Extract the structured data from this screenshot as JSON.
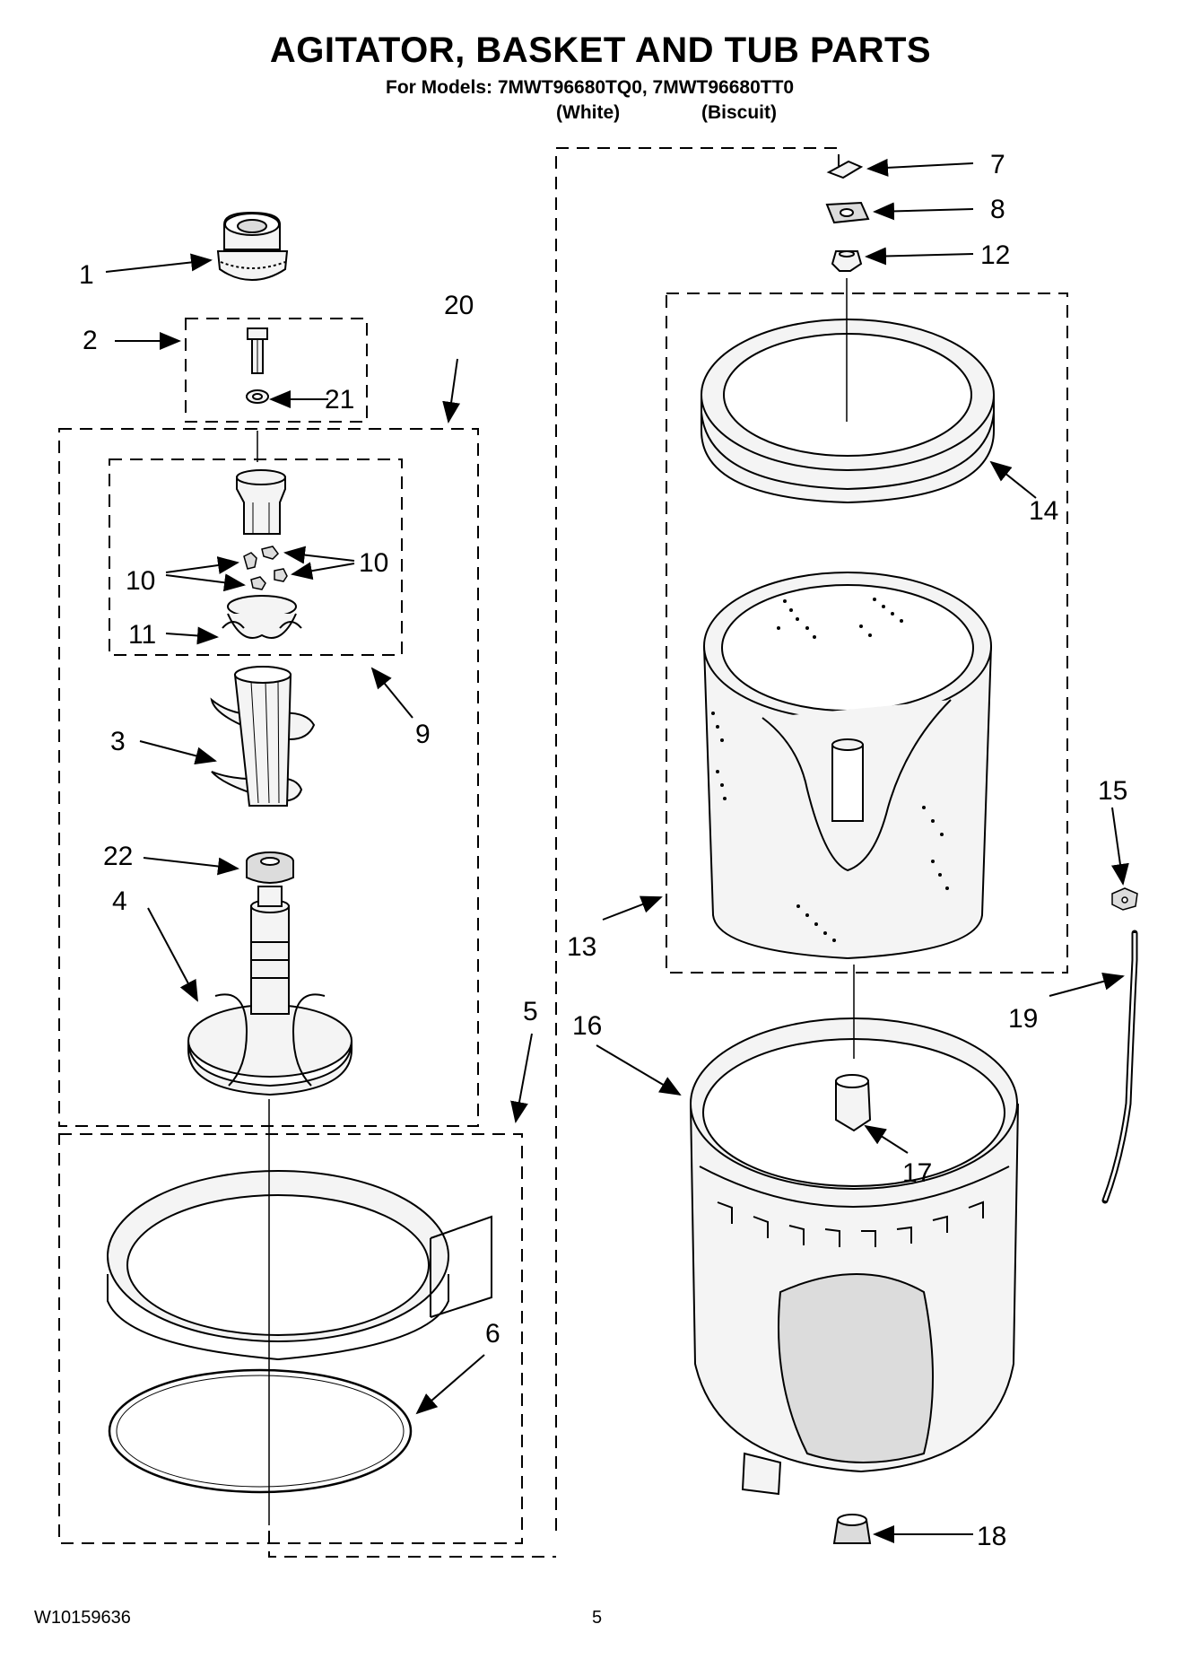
{
  "header": {
    "title": "AGITATOR, BASKET AND TUB PARTS",
    "models_line": "For Models: 7MWT96680TQ0, 7MWT96680TT0",
    "variant_white": "(White)",
    "variant_biscuit": "(Biscuit)"
  },
  "footer": {
    "doc_number": "W10159636",
    "page_number": "5"
  },
  "callouts": {
    "c1": "1",
    "c2": "2",
    "c3": "3",
    "c4": "4",
    "c5": "5",
    "c6": "6",
    "c7": "7",
    "c8": "8",
    "c9": "9",
    "c10a": "10",
    "c10b": "10",
    "c11": "11",
    "c12": "12",
    "c13": "13",
    "c14": "14",
    "c15": "15",
    "c16": "16",
    "c17": "17",
    "c18": "18",
    "c19": "19",
    "c20": "20",
    "c21": "21",
    "c22": "22"
  },
  "colors": {
    "line": "#000000",
    "background": "#ffffff",
    "fill_light": "#f4f4f4",
    "fill_mid": "#dcdcdc"
  }
}
